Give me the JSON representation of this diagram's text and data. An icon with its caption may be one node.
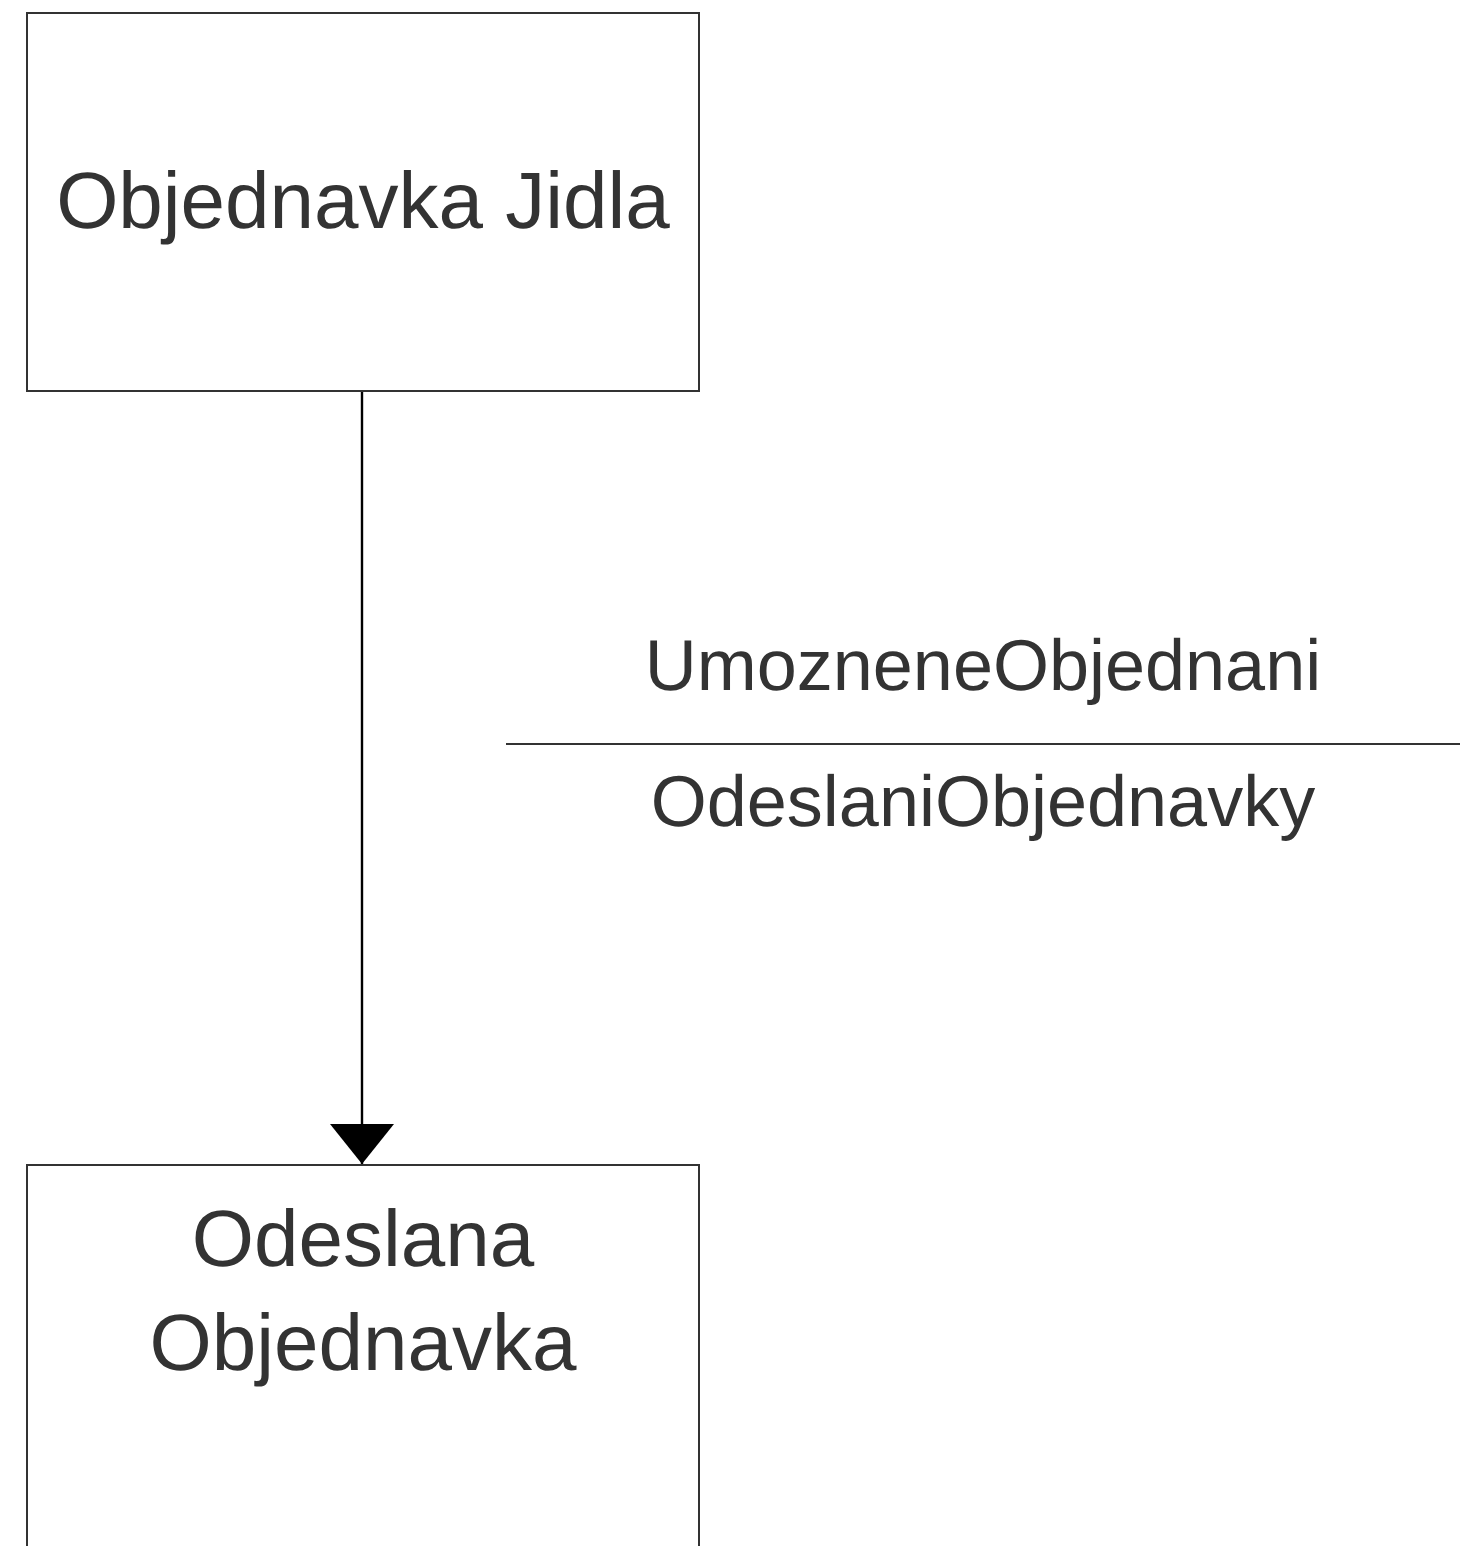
{
  "diagram": {
    "nodes": [
      {
        "text": [
          "Objednavka Jidla"
        ]
      },
      {
        "text": [
          "Odeslana Objednavka"
        ]
      }
    ],
    "edges": [
      {
        "from": 0,
        "to": 1,
        "arrow": "to",
        "label": "UmozneneObjednani"
      }
    ],
    "labels": [
      "OdeslaniObjednavky"
    ]
  }
}
